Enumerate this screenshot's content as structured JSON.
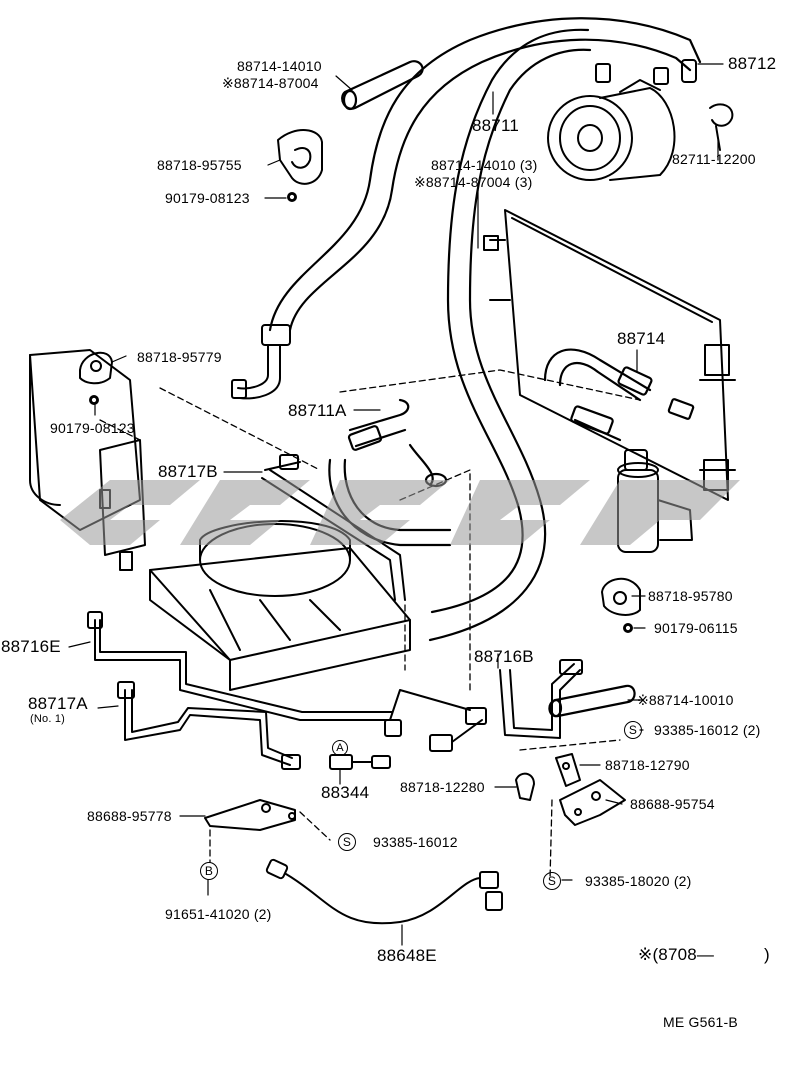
{
  "colors": {
    "ink": "#000000",
    "watermark": "#9a9a9a",
    "paper": "#ffffff"
  },
  "parts": {
    "p88714_14010": "88714-14010",
    "p88714_87004": "※88714-87004",
    "p88712": "88712",
    "p88711": "88711",
    "p82711_12200": "82711-12200",
    "p88718_95755": "88718-95755",
    "p90179_08123_a": "90179-08123",
    "p88714_14010_3": "88714-14010 (3)",
    "p88714_87004_3": "※88714-87004 (3)",
    "p88718_95779": "88718-95779",
    "p90179_08123_b": "90179-08123",
    "p88714": "88714",
    "p88711A": "88711A",
    "p88717B": "88717B",
    "p88718_95780": "88718-95780",
    "p90179_06115": "90179-06115",
    "p88716E": "88716E",
    "p88716B": "88716B",
    "p88714_10010": "※88714-10010",
    "p88717A": "88717A",
    "p88717A_sub": "(No. 1)",
    "p93385_16012_2": "93385-16012 (2)",
    "p88718_12790": "88718-12790",
    "p88344": "88344",
    "p88718_12280": "88718-12280",
    "p88688_95754": "88688-95754",
    "p88688_95778": "88688-95778",
    "p93385_16012": "93385-16012",
    "p93385_18020_2": "93385-18020 (2)",
    "p91651_41020_2": "91651-41020 (2)",
    "p88648E": "88648E"
  },
  "symbols": {
    "s": "S",
    "b": "B",
    "a": "A"
  },
  "footer": {
    "note": "※(8708—",
    "note_close": ")",
    "code": "ME  G561-B"
  }
}
